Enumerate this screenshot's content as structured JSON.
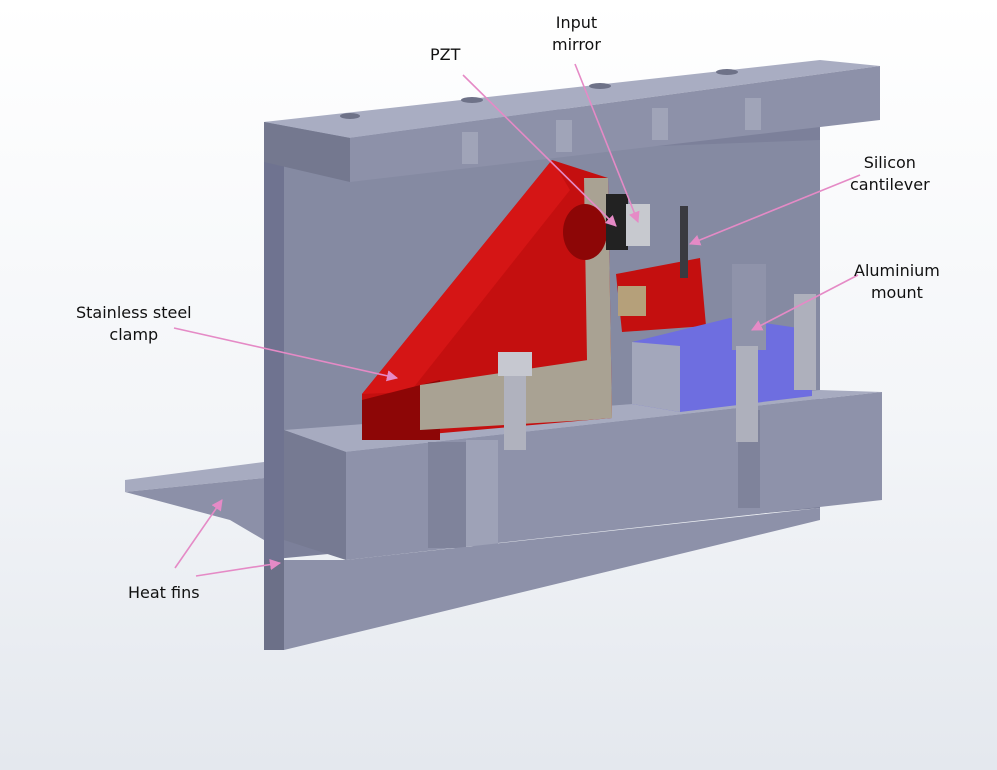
{
  "labels": {
    "pzt": "PZT",
    "input_mirror": [
      "Input",
      "mirror"
    ],
    "silicon_cantilever": [
      "Silicon",
      "cantilever"
    ],
    "aluminium_mount": [
      "Aluminium",
      "mount"
    ],
    "stainless_steel_clamp": [
      "Stainless steel",
      "clamp"
    ],
    "heat_fins": "Heat fins"
  },
  "colors": {
    "housing": "#8a8ea6",
    "housing_dark": "#6c7088",
    "housing_light": "#a3a7bb",
    "clamp": "#c40f0f",
    "clamp_dark": "#8d0606",
    "mount": "#6e6ee0",
    "leader_line": "#e58ac6"
  }
}
